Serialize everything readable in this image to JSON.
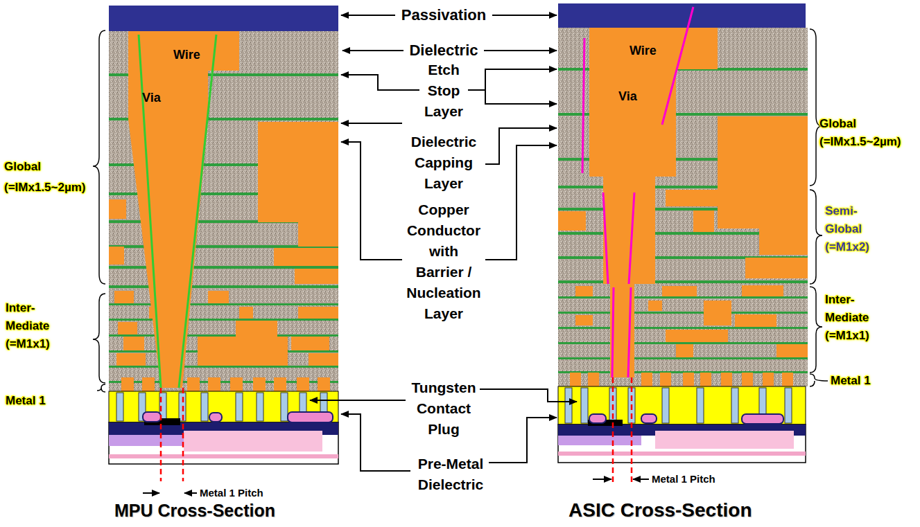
{
  "diagram": {
    "labels": [
      "Passivation",
      "Dielectric",
      "Etch Stop Layer",
      "Dielectric Capping Layer",
      "Copper Conductor with Barrier / Nucleation Layer",
      "Tungsten Contact Plug",
      "Pre-Metal Dielectric",
      "Wire",
      "Via",
      "Wire",
      "Via",
      "Global (=IMx1.5~2µm)",
      "Inter-Mediate (=M1x1)",
      "Metal 1",
      "Global (=IMx1.5~2µm)",
      "Semi-Global (=M1x2)",
      "Inter-Mediate (=M1x1)",
      "Metal 1",
      "Metal 1 Pitch",
      "Metal 1 Pitch",
      "MPU Cross-Section",
      "ASIC Cross-Section"
    ]
  }
}
